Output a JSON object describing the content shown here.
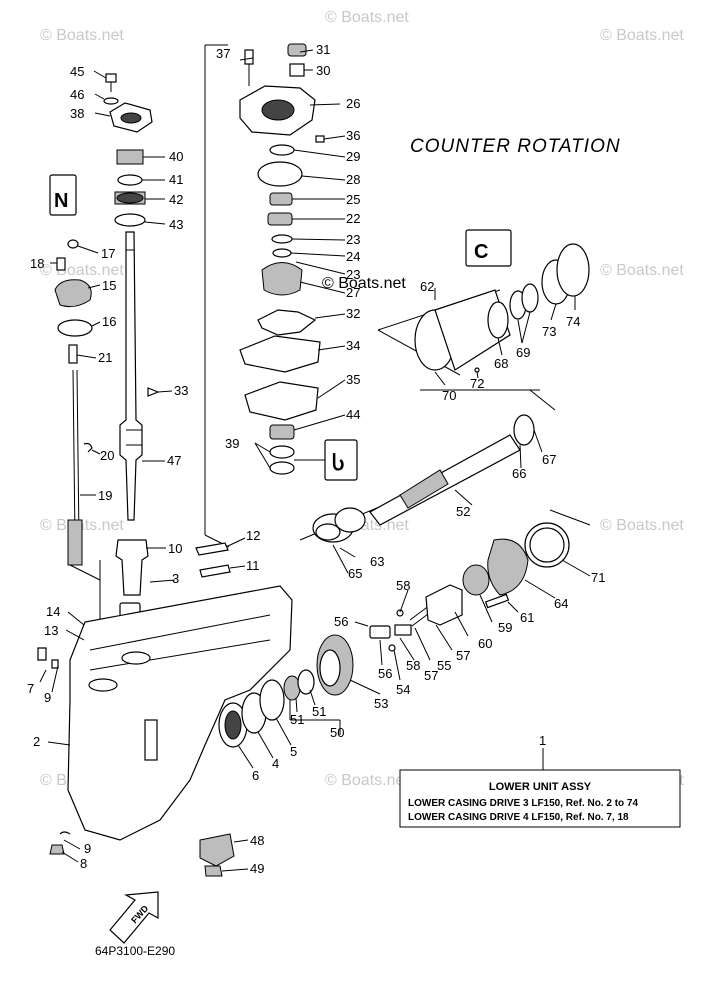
{
  "title": "COUNTER ROTATION",
  "watermark": "© Boats.net",
  "diagram_code": "64P3100-E290",
  "fwd_label": "FWD",
  "info_box": {
    "callout": "1",
    "header": "LOWER UNIT ASSY",
    "line1": "LOWER CASING DRIVE 3 LF150,  Ref. No. 2 to 74",
    "line2": "LOWER CASING DRIVE 4 LF150,  Ref. No. 7, 18"
  },
  "callouts": {
    "c2": "2",
    "c3": "3",
    "c4": "4",
    "c5": "5",
    "c6": "6",
    "c7": "7",
    "c8": "8",
    "c9a": "9",
    "c9b": "9",
    "c10": "10",
    "c11": "11",
    "c12": "12",
    "c13": "13",
    "c14": "14",
    "c15": "15",
    "c16": "16",
    "c17": "17",
    "c18": "18",
    "c19": "19",
    "c20": "20",
    "c21": "21",
    "c22": "22",
    "c23a": "23",
    "c23b": "23",
    "c24": "24",
    "c25": "25",
    "c26": "26",
    "c27": "27",
    "c28": "28",
    "c29": "29",
    "c30": "30",
    "c31": "31",
    "c32": "32",
    "c33": "33",
    "c34": "34",
    "c35": "35",
    "c36": "36",
    "c37": "37",
    "c38": "38",
    "c39": "39",
    "c40": "40",
    "c41": "41",
    "c42": "42",
    "c43": "43",
    "c44": "44",
    "c45": "45",
    "c46": "46",
    "c47": "47",
    "c48": "48",
    "c49": "49",
    "c50": "50",
    "c51a": "51",
    "c51b": "51",
    "c52": "52",
    "c53": "53",
    "c54": "54",
    "c55": "55",
    "c56a": "56",
    "c56b": "56",
    "c57a": "57",
    "c57b": "57",
    "c58a": "58",
    "c58b": "58",
    "c59": "59",
    "c60": "60",
    "c61": "61",
    "c62": "62",
    "c63": "63",
    "c64": "64",
    "c65": "65",
    "c66": "66",
    "c67": "67",
    "c68": "68",
    "c69": "69",
    "c70": "70",
    "c71": "71",
    "c72": "72",
    "c73": "73",
    "c74": "74"
  }
}
